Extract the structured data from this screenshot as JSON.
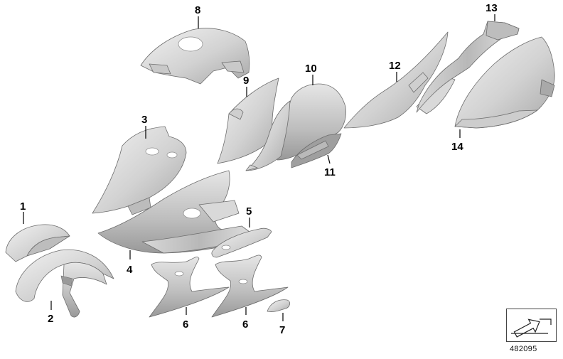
{
  "diagram": {
    "callouts": [
      {
        "id": "1",
        "label": "1"
      },
      {
        "id": "2",
        "label": "2"
      },
      {
        "id": "3",
        "label": "3"
      },
      {
        "id": "4",
        "label": "4"
      },
      {
        "id": "5",
        "label": "5"
      },
      {
        "id": "6a",
        "label": "6"
      },
      {
        "id": "6b",
        "label": "6"
      },
      {
        "id": "7",
        "label": "7"
      },
      {
        "id": "8",
        "label": "8"
      },
      {
        "id": "9",
        "label": "9"
      },
      {
        "id": "10",
        "label": "10"
      },
      {
        "id": "11",
        "label": "11"
      },
      {
        "id": "12",
        "label": "12"
      },
      {
        "id": "13",
        "label": "13"
      },
      {
        "id": "14",
        "label": "14"
      }
    ],
    "document_number": "482095",
    "colors": {
      "part_light": "#e4e4e4",
      "part_mid": "#c6c6c6",
      "part_dark": "#a3a3a3",
      "outline": "#6d6d6d",
      "text": "#000000"
    },
    "icons": {
      "reference_symbol": "arrow-diagram-icon"
    }
  }
}
